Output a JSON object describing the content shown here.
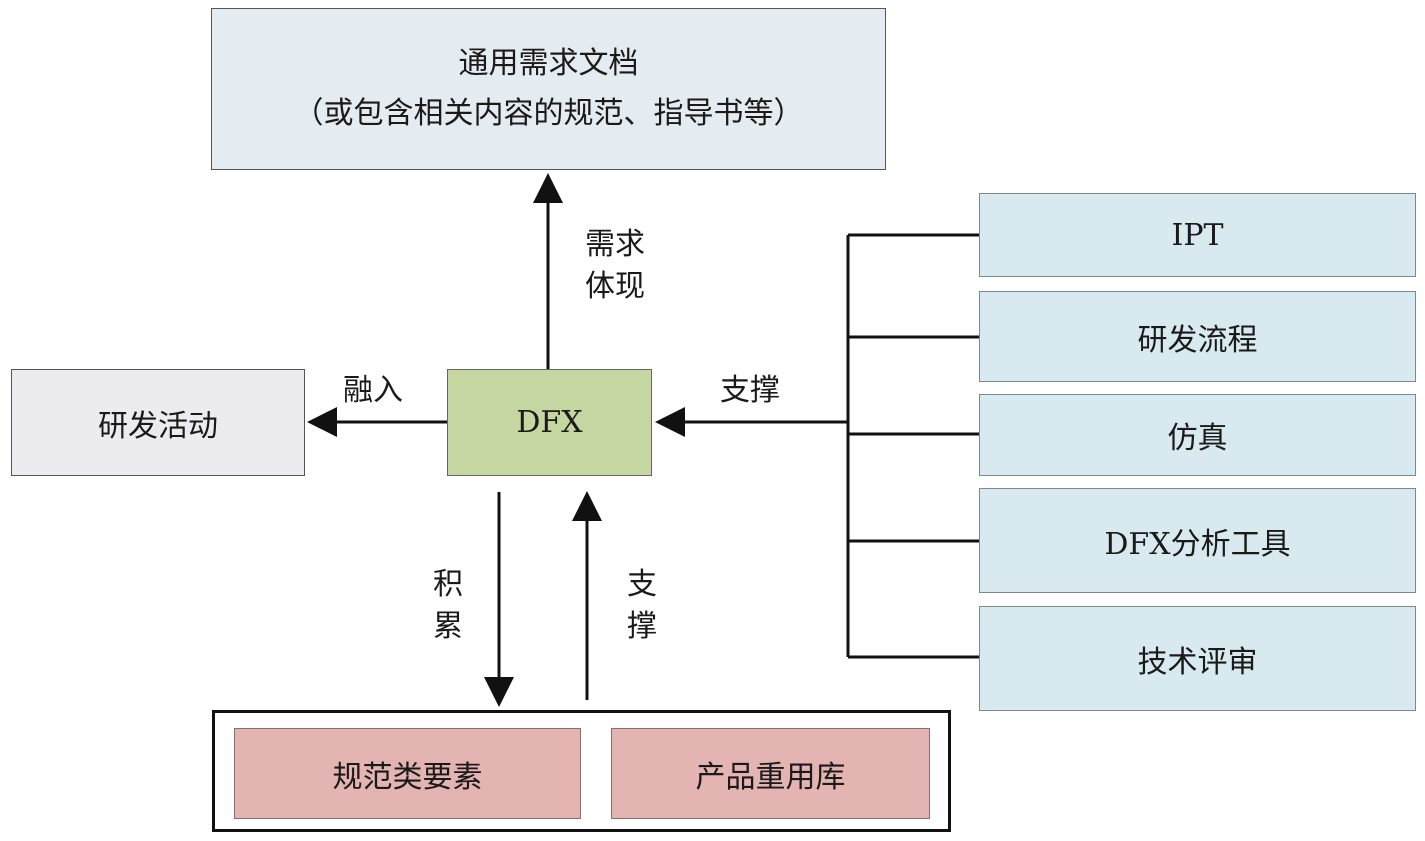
{
  "top_doc": {
    "line1": "通用需求文档",
    "line2": "（或包含相关内容的规范、指导书等）"
  },
  "activity": {
    "label": "研发活动"
  },
  "dfx": {
    "label": "DFX"
  },
  "tools": [
    "IPT",
    "研发流程",
    "仿真",
    "DFX分析工具",
    "技术评审"
  ],
  "bottom": {
    "left": "规范类要素",
    "right": "产品重用库"
  },
  "edge_labels": {
    "up_line1": "需求",
    "up_line2": "体现",
    "left": "融入",
    "right": "支撑",
    "down_1": "积",
    "down_2": "累",
    "up2_1": "支",
    "up2_2": "撑"
  }
}
